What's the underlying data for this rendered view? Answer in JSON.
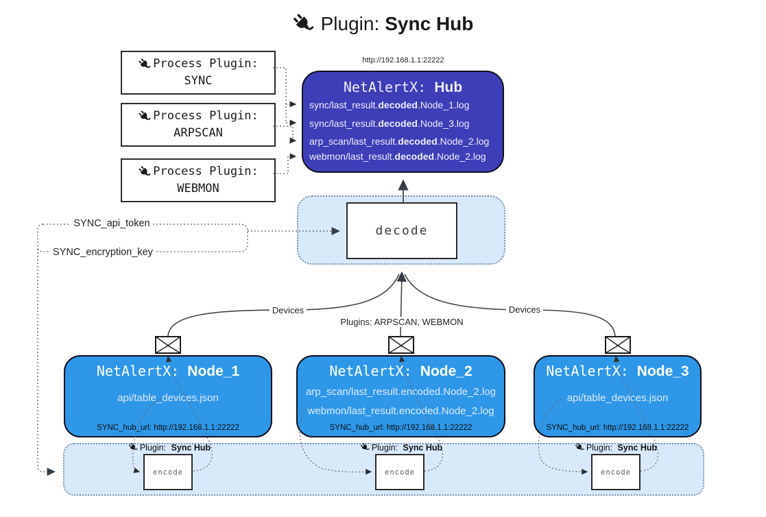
{
  "title": {
    "label": "Plugin:",
    "name": "Sync Hub"
  },
  "hub": {
    "url": "http://192.168.1.1:22222",
    "name_prefix": "NetAlertX:",
    "name": "Hub",
    "logs": [
      {
        "pre": "sync/last_result.",
        "mid": "decoded",
        "post": ".Node_1.log"
      },
      {
        "pre": "sync/last_result.",
        "mid": "decoded",
        "post": ".Node_3.log"
      },
      {
        "pre": "arp_scan/last_result.",
        "mid": "decoded",
        "post": ".Node_2.log"
      },
      {
        "pre": "webmon/last_result.",
        "mid": "decoded",
        "post": ".Node_2.log"
      }
    ]
  },
  "process_plugins": [
    {
      "label": "Process Plugin:",
      "name": "SYNC"
    },
    {
      "label": "Process Plugin:",
      "name": "ARPSCAN"
    },
    {
      "label": "Process Plugin:",
      "name": "WEBMON"
    }
  ],
  "decode_label": "decode",
  "settings": {
    "api_token": "SYNC_api_token",
    "encryption_key": "SYNC_encryption_key"
  },
  "edge_labels": {
    "devices_left": "Devices",
    "plugins_mid": "Plugins: ARPSCAN, WEBMON",
    "devices_right": "Devices"
  },
  "nodes": [
    {
      "name_prefix": "NetAlertX:",
      "name": "Node_1",
      "files": [
        "api/table_devices.json"
      ],
      "hub_url": "SYNC_hub_url: http://192.168.1.1:22222"
    },
    {
      "name_prefix": "NetAlertX:",
      "name": "Node_2",
      "files": [
        "arp_scan/last_result.encoded.Node_2.log",
        "webmon/last_result.encoded.Node_2.log"
      ],
      "hub_url": "SYNC_hub_url: http://192.168.1.1:22222"
    },
    {
      "name_prefix": "NetAlertX:",
      "name": "Node_3",
      "files": [
        "api/table_devices.json"
      ],
      "hub_url": "SYNC_hub_url: http://192.168.1.1:22222"
    }
  ],
  "encoders": [
    {
      "label": "Plugin:",
      "name": "Sync Hub",
      "box_label": "encode"
    },
    {
      "label": "Plugin:",
      "name": "Sync Hub",
      "box_label": "encode"
    },
    {
      "label": "Plugin:",
      "name": "Sync Hub",
      "box_label": "encode"
    }
  ],
  "colors": {
    "hub_fill": "#3E3EB8",
    "node_fill": "#2E97E8",
    "band_fill": "#D8E9FA",
    "band_border": "#7E96AD",
    "arrow_dark": "#333D47"
  }
}
